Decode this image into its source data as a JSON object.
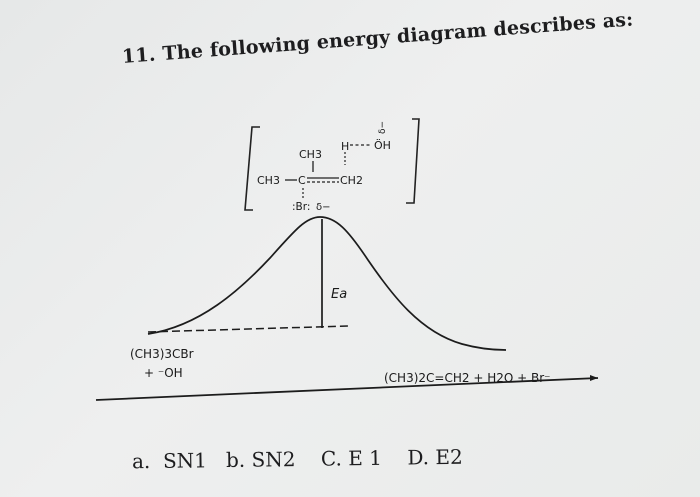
{
  "question": {
    "number": "11.",
    "text": "The following energy diagram describes as:"
  },
  "transition_state": {
    "ch3_top": "CH3",
    "h_label": "H",
    "oh_label": "ÖH",
    "oh_charge": "δ−",
    "ch3_left": "CH3",
    "c_center": "C",
    "ch2": "CH2",
    "br_label": ":Br:",
    "br_charge": "δ−"
  },
  "diagram": {
    "ea_label": "Ea",
    "reactant_line1": "(CH3)3CBr",
    "reactant_line2": "+ ⁻OH",
    "products": "(CH3)2C=CH2 + H2O + Br⁻"
  },
  "answers": [
    {
      "letter": "a.",
      "text": "SN1"
    },
    {
      "letter": "b.",
      "text": "SN2"
    },
    {
      "letter": "C.",
      "text": "E 1"
    },
    {
      "letter": "D.",
      "text": "E2"
    }
  ]
}
